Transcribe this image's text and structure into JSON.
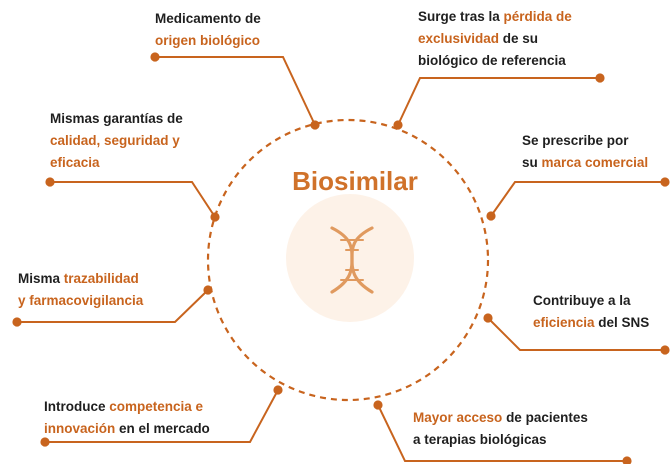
{
  "title": "Biosimilar",
  "icon": "dna-icon",
  "colors": {
    "accent": "#d0722a",
    "highlight": "#c8641e",
    "text": "#1f1f1f",
    "icon_bg": "#fbe7d6",
    "icon": "#e09a5f"
  },
  "items": [
    {
      "id": "medicamento",
      "lines": [
        [
          {
            "t": "Medicamento de",
            "h": false
          }
        ],
        [
          {
            "t": "origen biológico",
            "h": true
          }
        ]
      ]
    },
    {
      "id": "surge",
      "lines": [
        [
          {
            "t": "Surge tras la ",
            "h": false
          },
          {
            "t": "pérdida de",
            "h": true
          }
        ],
        [
          {
            "t": "exclusividad",
            "h": true
          },
          {
            "t": " de su",
            "h": false
          }
        ],
        [
          {
            "t": "biológico de referencia",
            "h": false
          }
        ]
      ]
    },
    {
      "id": "garantias",
      "lines": [
        [
          {
            "t": "Mismas garantías de",
            "h": false
          }
        ],
        [
          {
            "t": "calidad, seguridad y",
            "h": true
          }
        ],
        [
          {
            "t": "eficacia",
            "h": true
          }
        ]
      ]
    },
    {
      "id": "prescribe",
      "lines": [
        [
          {
            "t": "Se prescribe por",
            "h": false
          }
        ],
        [
          {
            "t": "su ",
            "h": false
          },
          {
            "t": "marca comercial",
            "h": true
          }
        ]
      ]
    },
    {
      "id": "trazabilidad",
      "lines": [
        [
          {
            "t": "Misma ",
            "h": false
          },
          {
            "t": "trazabilidad",
            "h": true
          }
        ],
        [
          {
            "t": "y farmacovigilancia",
            "h": true
          }
        ]
      ]
    },
    {
      "id": "eficiencia",
      "lines": [
        [
          {
            "t": "Contribuye a la",
            "h": false
          }
        ],
        [
          {
            "t": "eficiencia",
            "h": true
          },
          {
            "t": " del SNS",
            "h": false
          }
        ]
      ]
    },
    {
      "id": "competencia",
      "lines": [
        [
          {
            "t": "Introduce ",
            "h": false
          },
          {
            "t": "competencia e",
            "h": true
          }
        ],
        [
          {
            "t": "innovación",
            "h": true
          },
          {
            "t": " en el mercado",
            "h": false
          }
        ]
      ]
    },
    {
      "id": "acceso",
      "lines": [
        [
          {
            "t": "Mayor acceso",
            "h": true
          },
          {
            "t": " de pacientes",
            "h": false
          }
        ],
        [
          {
            "t": "a terapias biológicas",
            "h": false
          }
        ]
      ]
    }
  ]
}
